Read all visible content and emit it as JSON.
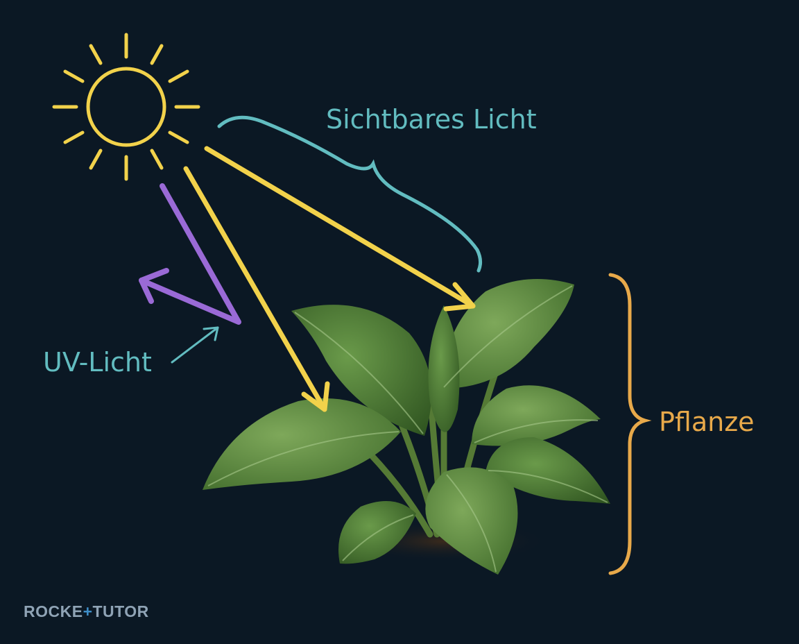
{
  "labels": {
    "visible_light": "Sichtbares Licht",
    "uv_light": "UV-Licht",
    "plant": "Pflanze"
  },
  "logo": {
    "part1": "ROCKE",
    "plus": "+",
    "part2": "TUTOR"
  },
  "icons": [
    "sun-icon",
    "plant-illustration"
  ],
  "colors": {
    "background": "#0b1824",
    "sun": "#f2d24b",
    "visible_light_arrows": "#f2d24b",
    "uv_arrow": "#9a6ad6",
    "visible_light_bracket": "#62bcc0",
    "uv_label": "#62bcc0",
    "plant_bracket": "#e8a94a",
    "plant_label": "#e8a94a",
    "leaf": "#5e8a3e",
    "logo": "#8fa3b5"
  }
}
